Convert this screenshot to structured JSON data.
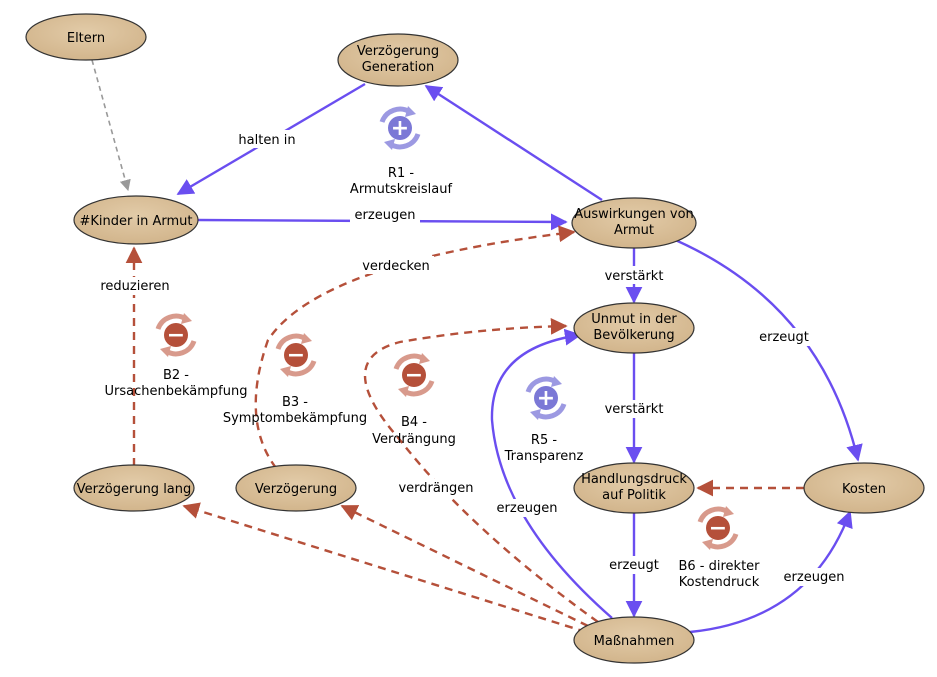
{
  "colors": {
    "node_fill": "#d8bf9b",
    "node_stroke": "#333333",
    "reinforcing_link": "#6a4ef0",
    "balancing_link": "#b5503a",
    "influence_link": "#999999",
    "reinforcing_icon": "#7b78d6",
    "balancing_icon": "#b5503a"
  },
  "nodes": {
    "eltern": "Eltern",
    "verzoegerung_generation": [
      "Verzögerung",
      "Generation"
    ],
    "kinder_in_armut": "#Kinder in Armut",
    "auswirkungen_von_armut": [
      "Auswirkungen von",
      "Armut"
    ],
    "unmut": [
      "Unmut in der",
      "Bevölkerung"
    ],
    "handlungsdruck": [
      "Handlungsdruck",
      "auf Politik"
    ],
    "kosten": "Kosten",
    "verzoegerung_lang": "Verzögerung lang",
    "verzoegerung": "Verzögerung",
    "massnahmen": "Maßnahmen"
  },
  "edge_labels": {
    "halten_in": "halten in",
    "erzeugen_top": "erzeugen",
    "verdecken": "verdecken",
    "verstaerkt_1": "verstärkt",
    "verstaerkt_2": "verstärkt",
    "erzeugt_right": "erzeugt",
    "reduzieren": "reduzieren",
    "verdraengen": "verdrängen",
    "erzeugen_left": "erzeugen",
    "erzeugt_bottom": "erzeugt",
    "erzeugen_bottom_right": "erzeugen"
  },
  "loops": {
    "r1": {
      "sign": "+",
      "line1": "R1 -",
      "line2": "Armutskreislauf"
    },
    "b2": {
      "sign": "−",
      "line1": "B2 -",
      "line2": "Ursachenbekämpfung"
    },
    "b3": {
      "sign": "−",
      "line1": "B3 -",
      "line2": "Symptombekämpfung"
    },
    "b4": {
      "sign": "−",
      "line1": "B4 -",
      "line2": "Verdrängung"
    },
    "r5": {
      "sign": "+",
      "line1": "R5 -",
      "line2": "Transparenz"
    },
    "b6": {
      "sign": "−",
      "line1": "B6 - direkter",
      "line2": "Kostendruck"
    }
  }
}
